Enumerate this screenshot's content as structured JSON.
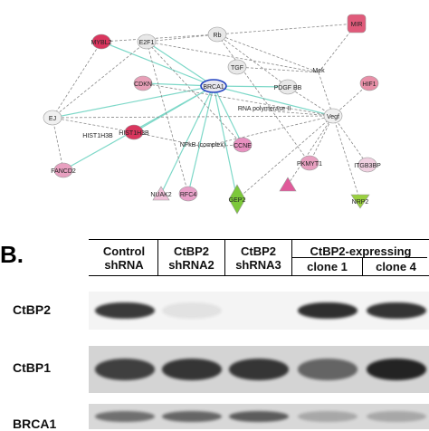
{
  "figure": {
    "panel_b_letter": "B.",
    "network": {
      "nodes": [
        {
          "id": "brca1",
          "label": "BRCA1",
          "color": "#e8e8f0",
          "shape": "ellipse-highlight"
        },
        {
          "id": "mybl2",
          "label": "MYBL2",
          "color": "#d9365e",
          "shape": "ellipse"
        },
        {
          "id": "e2f1",
          "label": "E2F1",
          "color": "#e8e8e8",
          "shape": "ellipse"
        },
        {
          "id": "rb",
          "label": "Rb",
          "color": "#e8e8e8",
          "shape": "ellipse"
        },
        {
          "id": "mir",
          "label": "MIR",
          "color": "#e05a7a",
          "shape": "rect"
        },
        {
          "id": "tgfb",
          "label": "TGF",
          "color": "#e8e8e8",
          "shape": "ellipse"
        },
        {
          "id": "pdgfbb",
          "label": "PDGF BB",
          "color": "#e8e8e8",
          "shape": "ellipse"
        },
        {
          "id": "hif1",
          "label": "HIF1",
          "color": "#e890a8",
          "shape": "ellipse"
        },
        {
          "id": "cdkn1",
          "label": "CDKN",
          "color": "#e8a0b8",
          "shape": "ellipse"
        },
        {
          "id": "ej",
          "label": "EJ",
          "color": "#f0f0f0",
          "shape": "ellipse"
        },
        {
          "id": "hist",
          "label": "HIST1H3B",
          "color": "#d9365e",
          "shape": "ellipse"
        },
        {
          "id": "histlabel",
          "label": "HIST1H3B",
          "color": "#d9365e",
          "shape": "text"
        },
        {
          "id": "rnapol",
          "label": "RNA polymerase II",
          "color": "#f0f0f0",
          "shape": "text"
        },
        {
          "id": "nfkb",
          "label": "NFkB (complex)",
          "color": "#f0f0f0",
          "shape": "text"
        },
        {
          "id": "mek",
          "label": "Mek",
          "color": "#f0f0f0",
          "shape": "text"
        },
        {
          "id": "vegf",
          "label": "Vegf",
          "color": "#f0f0f0",
          "shape": "ellipse"
        },
        {
          "id": "ccne",
          "label": "CCNE",
          "color": "#e890c0",
          "shape": "ellipse"
        },
        {
          "id": "itgb3bp",
          "label": "ITGB3BP",
          "color": "#f0d0e0",
          "shape": "ellipse"
        },
        {
          "id": "fancd2",
          "label": "FANCD2",
          "color": "#e8a0c0",
          "shape": "ellipse"
        },
        {
          "id": "pkmyt1",
          "label": "PKMYT1",
          "color": "#e8a0c0",
          "shape": "ellipse"
        },
        {
          "id": "nuak2",
          "label": "NUAK2",
          "color": "#f0c0d8",
          "shape": "triangle"
        },
        {
          "id": "rfc4",
          "label": "RFC4",
          "color": "#e8a0c8",
          "shape": "ellipse"
        },
        {
          "id": "gep2",
          "label": "GEP2",
          "color": "#7cc83a",
          "shape": "diamond"
        },
        {
          "id": "tri1",
          "label": "",
          "color": "#e05a9a",
          "shape": "triangle"
        },
        {
          "id": "nrp2",
          "label": "NRP2",
          "color": "#9ad040",
          "shape": "triangle-down"
        }
      ]
    },
    "blot": {
      "lanes": [
        {
          "line1": "Control",
          "line2": "shRNA"
        },
        {
          "line1": "CtBP2",
          "line2": "shRNA2"
        },
        {
          "line1": "CtBP2",
          "line2": "shRNA3"
        }
      ],
      "expressing_header": "CtBP2-expressing",
      "clones": [
        "clone 1",
        "clone 4"
      ],
      "rows": [
        {
          "label": "CtBP2",
          "intensities": [
            0.85,
            0.08,
            0.0,
            0.9,
            0.88
          ]
        },
        {
          "label": "CtBP1",
          "intensities": [
            0.8,
            0.85,
            0.85,
            0.6,
            0.95
          ]
        },
        {
          "label": "BRCA1",
          "intensities": [
            0.55,
            0.6,
            0.65,
            0.25,
            0.25
          ]
        }
      ]
    },
    "colors": {
      "network_edge_direct": "#7dd8c8",
      "network_edge": "#888888",
      "band": "#1a1a1a"
    }
  }
}
